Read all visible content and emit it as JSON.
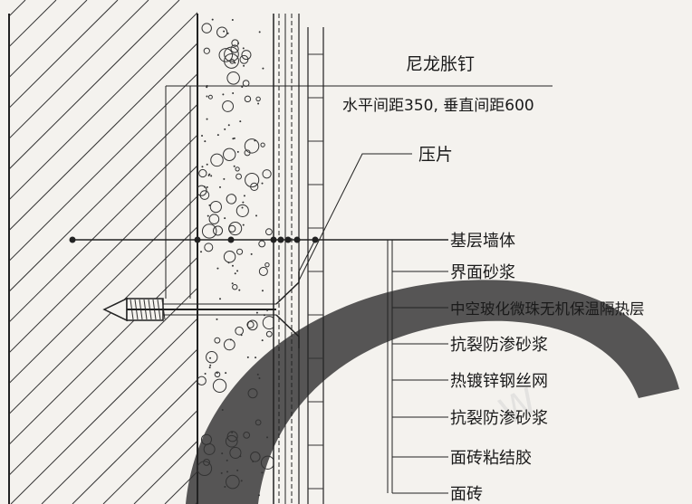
{
  "title_label": "尼龙胀钉",
  "spacing_note": "水平间距350, 垂直间距600",
  "pressing_plate_label": "压片",
  "layers": [
    "基层墙体",
    "界面砂浆",
    "中空玻化微珠无机保温隔热层",
    "抗裂防渗砂浆",
    "热镀锌钢丝网",
    "抗裂防渗砂浆",
    "面砖粘结胶",
    "面砖"
  ],
  "watermark_color": "#3a3a3a"
}
